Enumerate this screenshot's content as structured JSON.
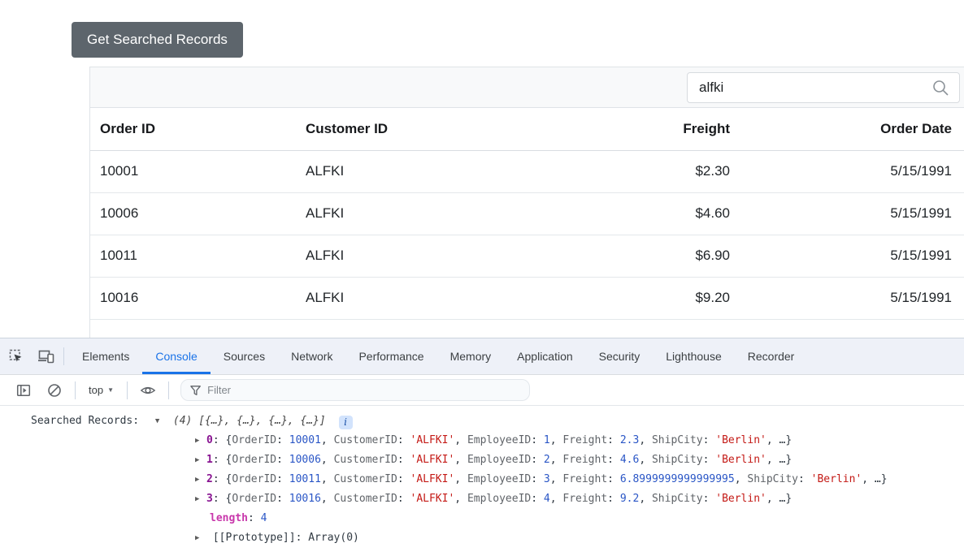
{
  "colors": {
    "accent_blue": "#1a73e8",
    "button_bg": "#5d656c",
    "console_default": "#303942",
    "number_blue": "#2a56c6",
    "string_red": "#c41a16",
    "index_purple": "#881391",
    "dim_key_pink": "#c837ab",
    "key_gray": "#5f6368",
    "badge_bg": "#d2e3fc",
    "badge_fg": "#174ea6"
  },
  "page": {
    "button_label": "Get Searched Records"
  },
  "grid": {
    "search_value": "alfki",
    "columns": [
      {
        "label": "Order ID",
        "align": "left"
      },
      {
        "label": "Customer ID",
        "align": "left"
      },
      {
        "label": "Freight",
        "align": "right"
      },
      {
        "label": "Order Date",
        "align": "right"
      }
    ],
    "rows": [
      [
        "10001",
        "ALFKI",
        "$2.30",
        "5/15/1991"
      ],
      [
        "10006",
        "ALFKI",
        "$4.60",
        "5/15/1991"
      ],
      [
        "10011",
        "ALFKI",
        "$6.90",
        "5/15/1991"
      ],
      [
        "10016",
        "ALFKI",
        "$9.20",
        "5/15/1991"
      ]
    ]
  },
  "devtools": {
    "tabs": [
      {
        "label": "Elements",
        "active": false
      },
      {
        "label": "Console",
        "active": true
      },
      {
        "label": "Sources",
        "active": false
      },
      {
        "label": "Network",
        "active": false
      },
      {
        "label": "Performance",
        "active": false
      },
      {
        "label": "Memory",
        "active": false
      },
      {
        "label": "Application",
        "active": false
      },
      {
        "label": "Security",
        "active": false
      },
      {
        "label": "Lighthouse",
        "active": false
      },
      {
        "label": "Recorder",
        "active": false
      }
    ],
    "toolbar": {
      "context_label": "top",
      "filter_placeholder": "Filter"
    },
    "console": {
      "log_label": "Searched Records:",
      "preview": "(4) [{…}, {…}, {…}, {…}]",
      "info_badge": "i",
      "entries": [
        {
          "index": "0",
          "props": [
            [
              "OrderID",
              "10001",
              "num"
            ],
            [
              "CustomerID",
              "ALFKI",
              "str"
            ],
            [
              "EmployeeID",
              "1",
              "num"
            ],
            [
              "Freight",
              "2.3",
              "num"
            ],
            [
              "ShipCity",
              "Berlin",
              "str"
            ]
          ]
        },
        {
          "index": "1",
          "props": [
            [
              "OrderID",
              "10006",
              "num"
            ],
            [
              "CustomerID",
              "ALFKI",
              "str"
            ],
            [
              "EmployeeID",
              "2",
              "num"
            ],
            [
              "Freight",
              "4.6",
              "num"
            ],
            [
              "ShipCity",
              "Berlin",
              "str"
            ]
          ]
        },
        {
          "index": "2",
          "props": [
            [
              "OrderID",
              "10011",
              "num"
            ],
            [
              "CustomerID",
              "ALFKI",
              "str"
            ],
            [
              "EmployeeID",
              "3",
              "num"
            ],
            [
              "Freight",
              "6.8999999999999995",
              "num"
            ],
            [
              "ShipCity",
              "Berlin",
              "str"
            ]
          ]
        },
        {
          "index": "3",
          "props": [
            [
              "OrderID",
              "10016",
              "num"
            ],
            [
              "CustomerID",
              "ALFKI",
              "str"
            ],
            [
              "EmployeeID",
              "4",
              "num"
            ],
            [
              "Freight",
              "9.2",
              "num"
            ],
            [
              "ShipCity",
              "Berlin",
              "str"
            ]
          ]
        }
      ],
      "trailing": "…",
      "length_key": "length",
      "length_value": "4",
      "prototype_label": "[[Prototype]]",
      "prototype_value": "Array(0)"
    }
  }
}
